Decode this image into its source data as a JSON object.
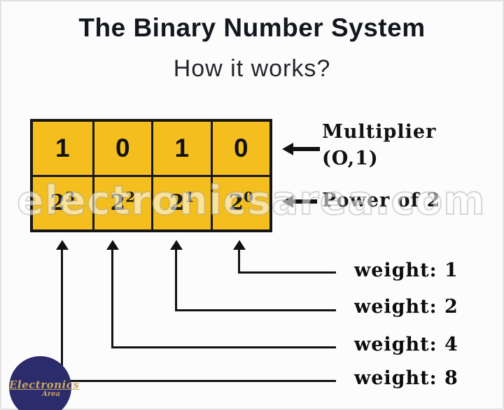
{
  "slide": {
    "title": "The Binary Number System",
    "subtitle": "How it works?"
  },
  "binary_table": {
    "bits": [
      "1",
      "0",
      "1",
      "0"
    ],
    "powers": [
      {
        "base": "2",
        "exp": "3"
      },
      {
        "base": "2",
        "exp": "2"
      },
      {
        "base": "2",
        "exp": "1"
      },
      {
        "base": "2",
        "exp": "0"
      }
    ]
  },
  "callouts": {
    "multiplier_line1": "Multiplier",
    "multiplier_line2": "(O,1)",
    "power_label": "Power of 2"
  },
  "weights": [
    {
      "label": "weight: 1"
    },
    {
      "label": "weight: 2"
    },
    {
      "label": "weight: 4"
    },
    {
      "label": "weight: 8"
    }
  ],
  "watermark": "electronicsarea.com",
  "logo": {
    "name": "Electronics",
    "subname": "Area"
  },
  "colors": {
    "cell_yellow": "#F4BF1E",
    "table_border": "#161616",
    "arrow_black": "#121212",
    "logo_navy": "#2B2C6B",
    "logo_gold": "#C9A666",
    "watermark_gray": "#969696"
  }
}
